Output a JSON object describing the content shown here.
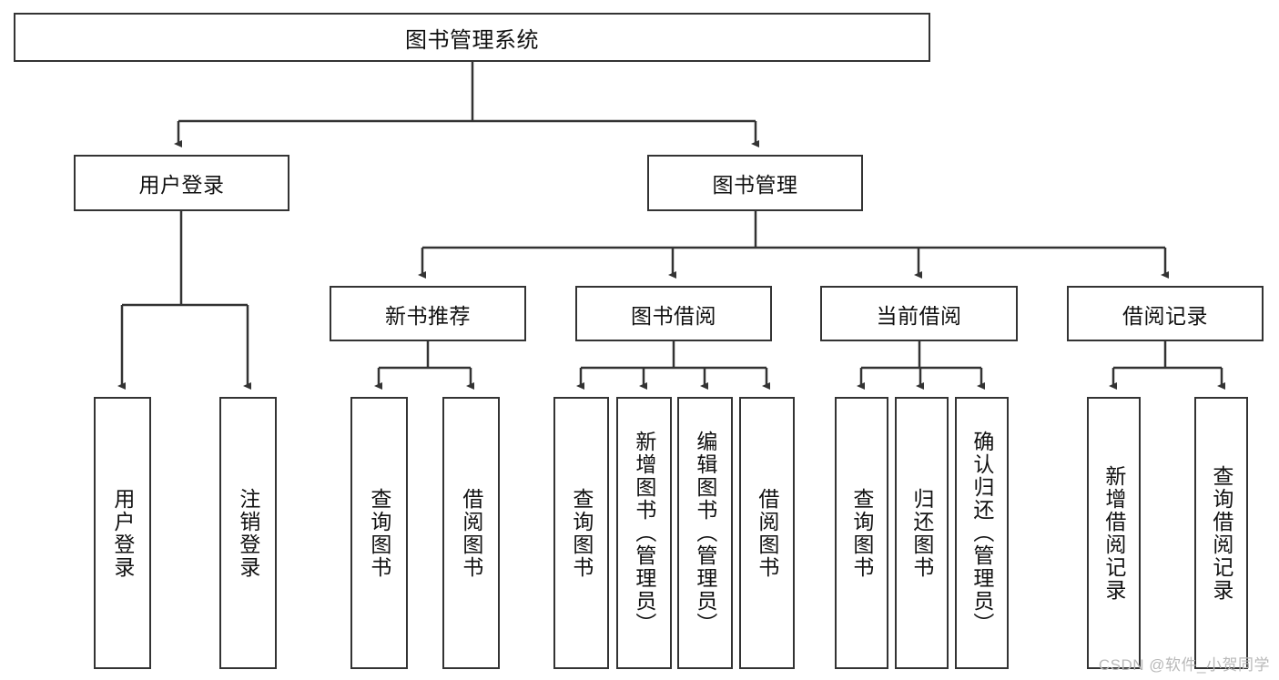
{
  "diagram": {
    "type": "tree-hierarchy",
    "title": "图书管理系统",
    "root": {
      "id": "root",
      "label": "图书管理系统"
    },
    "level2": [
      {
        "id": "user-login",
        "label": "用户登录"
      },
      {
        "id": "book-manage",
        "label": "图书管理"
      }
    ],
    "level3": [
      {
        "id": "new-book-recommend",
        "label": "新书推荐",
        "parent": "book-manage"
      },
      {
        "id": "book-borrow",
        "label": "图书借阅",
        "parent": "book-manage"
      },
      {
        "id": "current-borrow",
        "label": "当前借阅",
        "parent": "book-manage"
      },
      {
        "id": "borrow-record",
        "label": "借阅记录",
        "parent": "book-manage"
      }
    ],
    "leaves": [
      {
        "id": "leaf-user-login",
        "label": "用户登录",
        "parent": "user-login"
      },
      {
        "id": "leaf-user-logout",
        "label": "注销登录",
        "parent": "user-login"
      },
      {
        "id": "leaf-query-book-1",
        "label": "查询图书",
        "parent": "new-book-recommend"
      },
      {
        "id": "leaf-borrow-book-1",
        "label": "借阅图书",
        "parent": "new-book-recommend"
      },
      {
        "id": "leaf-query-book-2",
        "label": "查询图书",
        "parent": "book-borrow"
      },
      {
        "id": "leaf-add-book",
        "label": "新增图书（管理员）",
        "parent": "book-borrow"
      },
      {
        "id": "leaf-edit-book",
        "label": "编辑图书（管理员）",
        "parent": "book-borrow"
      },
      {
        "id": "leaf-borrow-book-2",
        "label": "借阅图书",
        "parent": "book-borrow"
      },
      {
        "id": "leaf-query-book-3",
        "label": "查询图书",
        "parent": "current-borrow"
      },
      {
        "id": "leaf-return-book",
        "label": "归还图书",
        "parent": "current-borrow"
      },
      {
        "id": "leaf-confirm-return",
        "label": "确认归还（管理员）",
        "parent": "current-borrow"
      },
      {
        "id": "leaf-add-record",
        "label": "新增借阅记录",
        "parent": "borrow-record"
      },
      {
        "id": "leaf-query-record",
        "label": "查询借阅记录",
        "parent": "borrow-record"
      }
    ],
    "watermark": "CSDN @软件_小贺同学",
    "colors": {
      "stroke": "#333333",
      "fill": "#ffffff",
      "text": "#111111",
      "watermark": "#b9b9b9"
    }
  }
}
